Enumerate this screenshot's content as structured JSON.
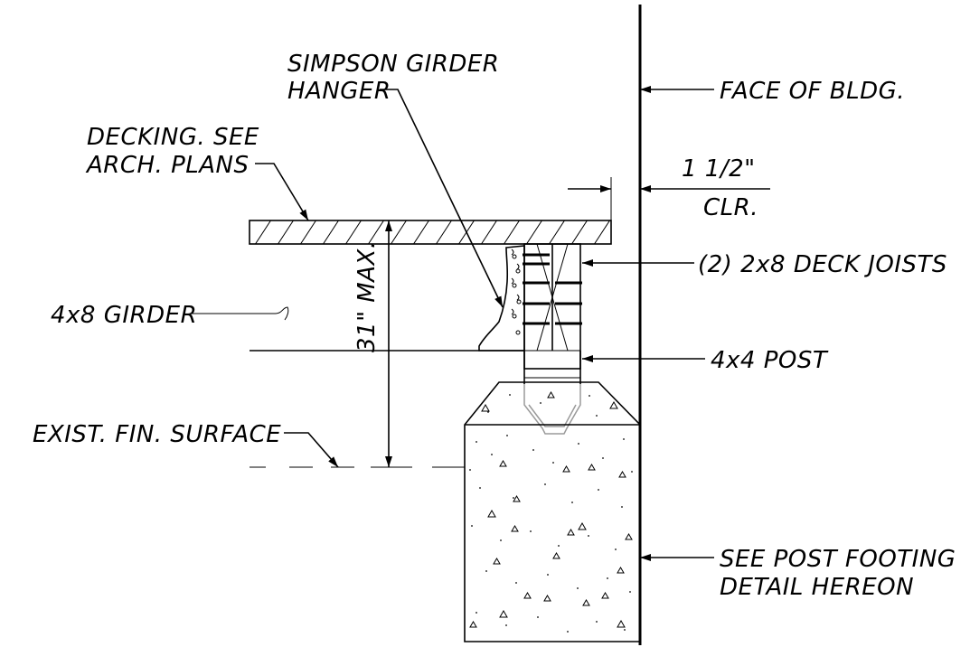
{
  "labels": {
    "simpson_line1": "SIMPSON GIRDER",
    "simpson_line2": "HANGER",
    "face_of_bldg": "FACE OF BLDG.",
    "decking_line1": "DECKING. SEE",
    "decking_line2": "ARCH. PLANS",
    "clearance_value": "1 1/2\"",
    "clearance_note": "CLR.",
    "deck_joists": "(2) 2x8 DECK JOISTS",
    "girder": "4x8 GIRDER",
    "max_dim": "31\" MAX.",
    "post": "4x4 POST",
    "exist_surface": "EXIST. FIN. SURFACE",
    "footing_line1": "SEE POST FOOTING",
    "footing_line2": "DETAIL HEREON"
  }
}
